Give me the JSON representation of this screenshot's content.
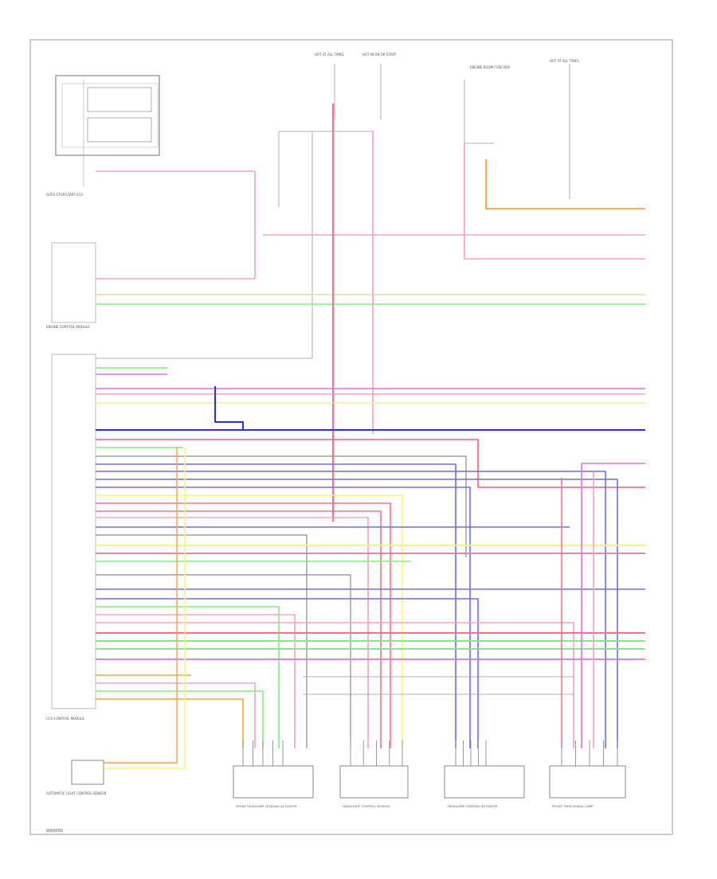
{
  "diagram": {
    "footer_code": "W60000",
    "left_labels": {
      "ecu_stop": "AUTO STOP/START ECU",
      "engine_ecu": "ENGINE CONTROL MODULE",
      "ccu": "CCU CONTROL MODULE",
      "auto_light": "AUTOMATIC LIGHT CONTROL SENSOR"
    },
    "top_labels": {
      "fuse_a": "HOT AT ALL TIMES",
      "fuse_b": "HOT IN ON OR START",
      "fuse_c": "ENGINE ROOM FUSE BOX",
      "fuse_d": "HOT AT ALL TIMES"
    },
    "bottom_labels": [
      "FRONT HEADLAMP LEVELING ACTUATOR",
      "HEADLIGHT CONTROL MODULE",
      "HEADLAMP LEVELING ACTUATOR",
      "FRONT TURN SIGNAL LAMP"
    ],
    "wire_colors": {
      "red": "#ff6f8a",
      "pink": "#ff9fc0",
      "blue": "#6b6bff",
      "darkblue": "#2b2bff",
      "green": "#7cf07c",
      "yellow": "#f5f57a",
      "orange": "#ffa040",
      "magenta": "#e070f0",
      "gray": "#8a8a8a",
      "olive": "#c8c870",
      "tan": "#e8d8a0"
    }
  }
}
